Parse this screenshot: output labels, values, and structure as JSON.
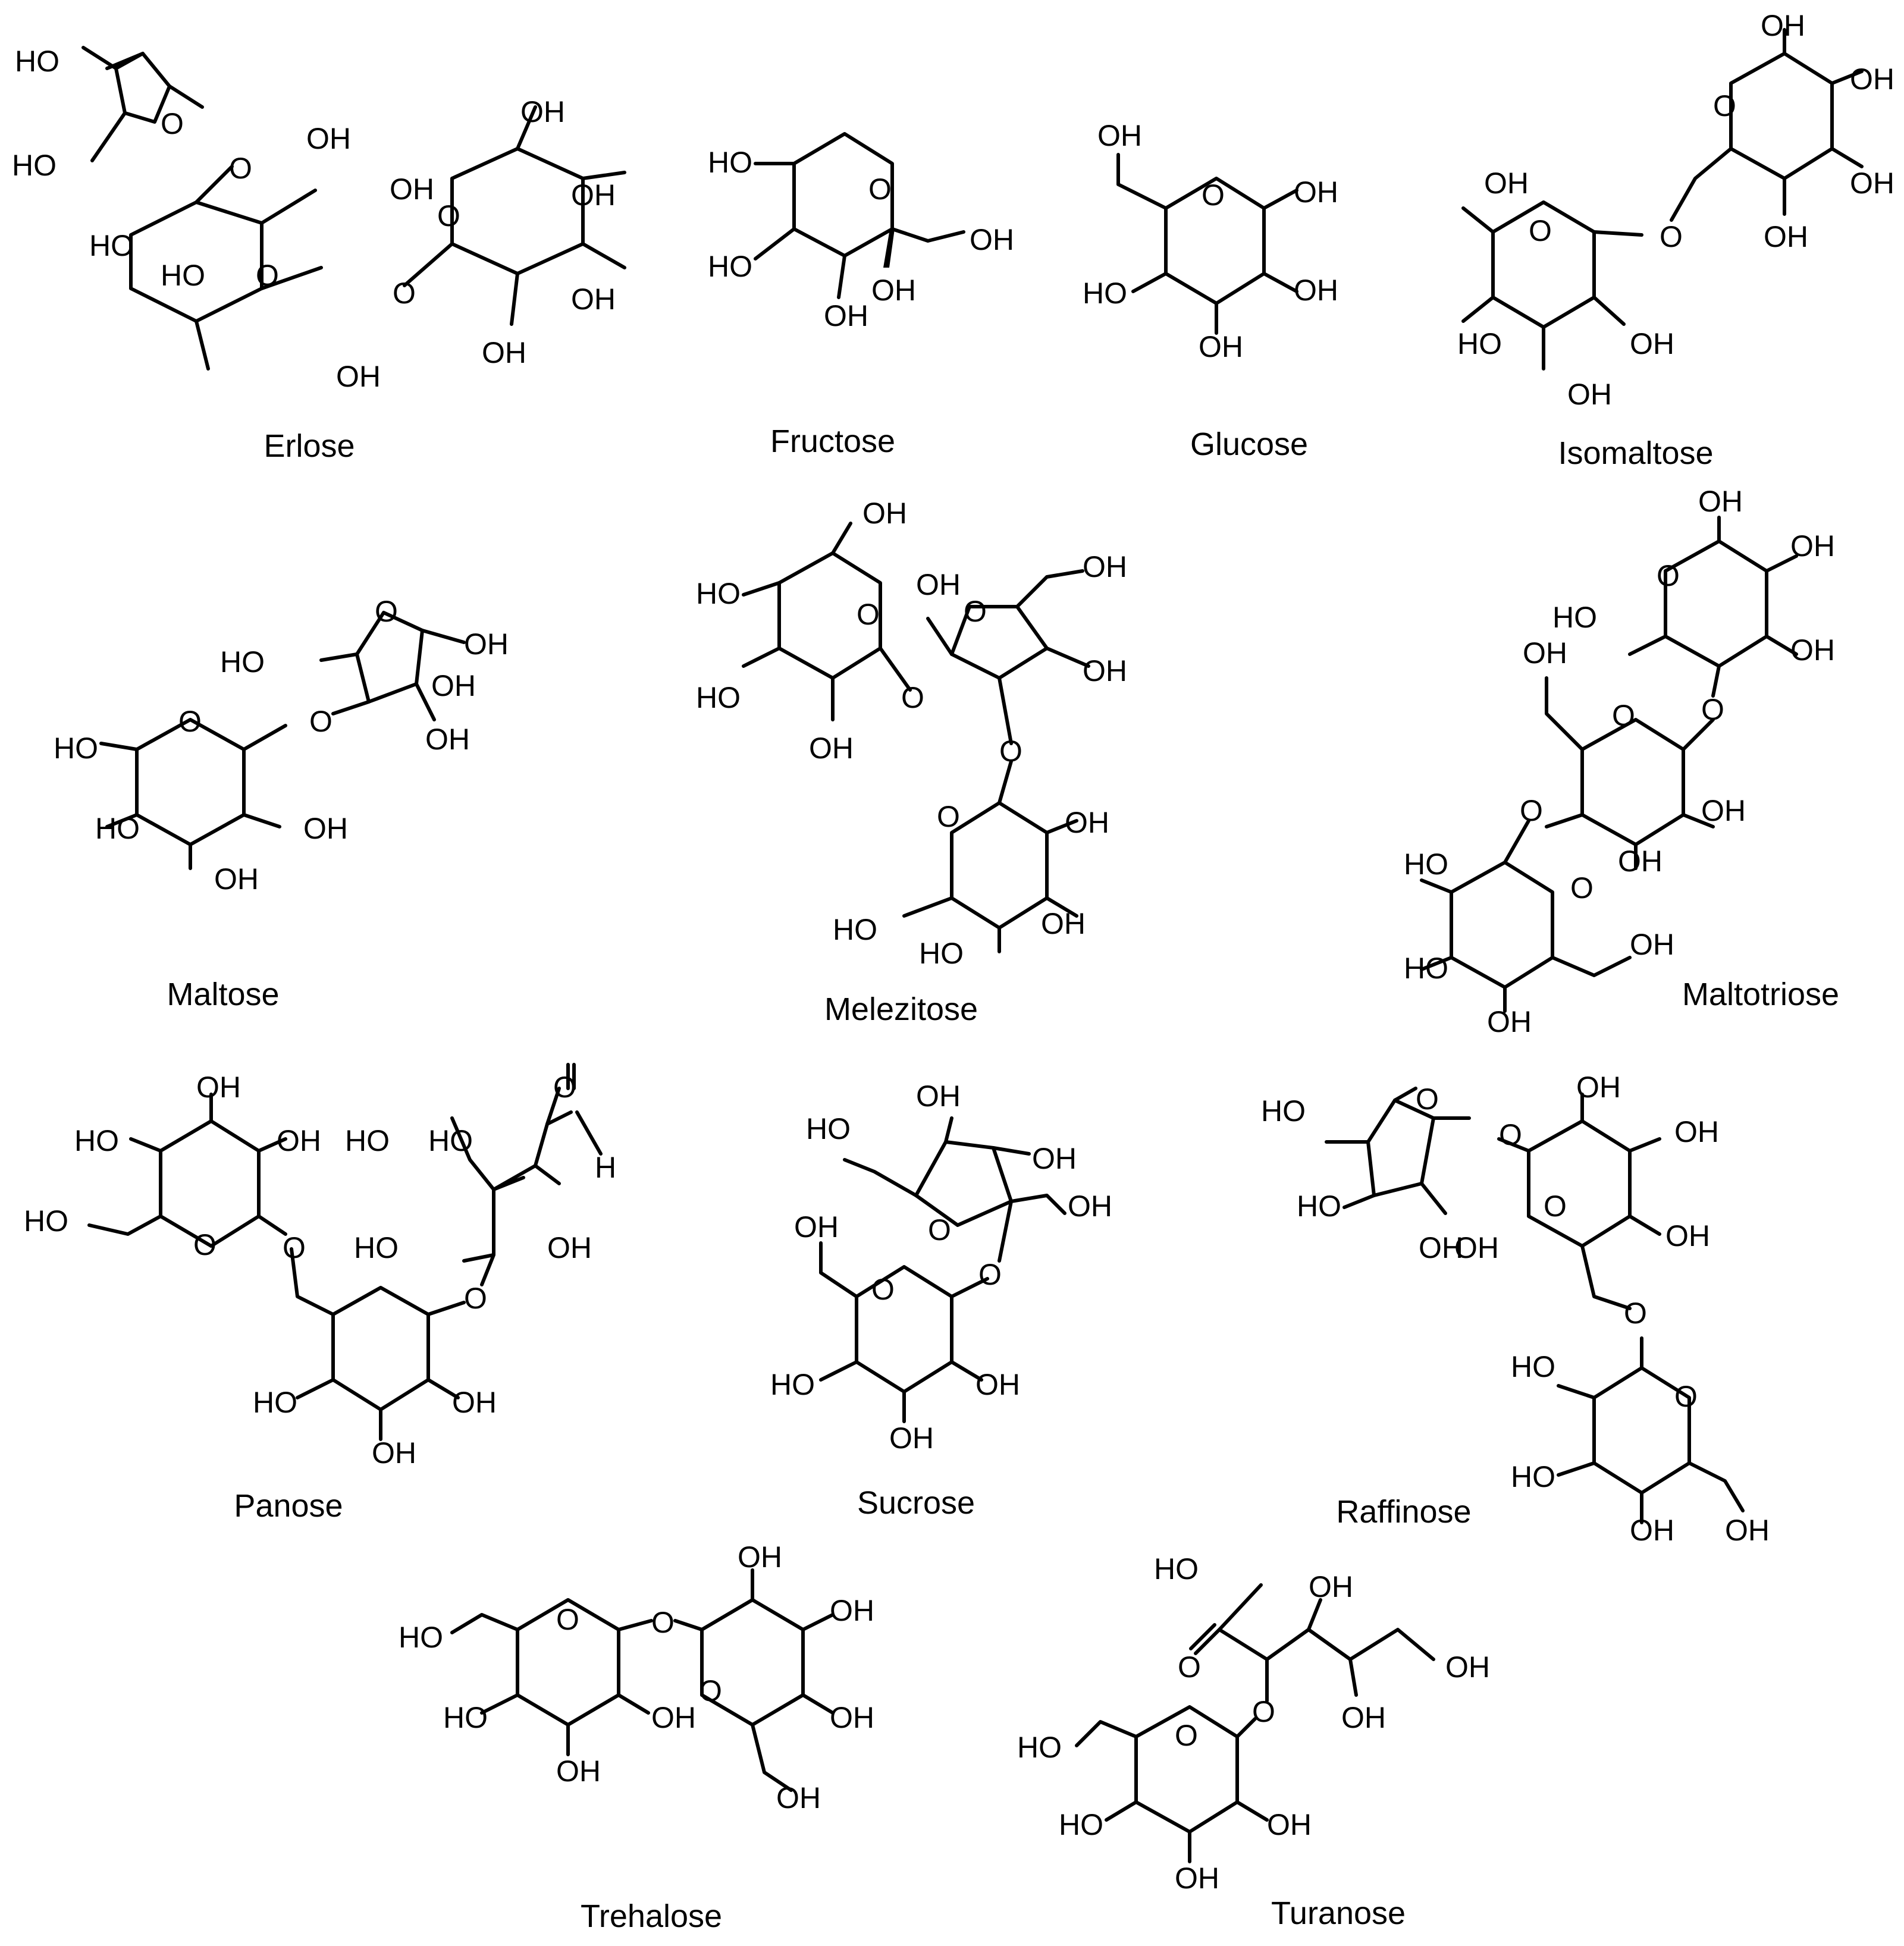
{
  "molecules": {
    "erlose": "Erlose",
    "fructose": "Fructose",
    "glucose": "Glucose",
    "isomaltose": "Isomaltose",
    "maltose": "Maltose",
    "melezitose": "Melezitose",
    "maltotriose": "Maltotriose",
    "panose": "Panose",
    "sucrose": "Sucrose",
    "raffinose": "Raffinose",
    "trehalose": "Trehalose",
    "turanose": "Turanose"
  },
  "atoms": {
    "hydroxyl": "OH",
    "hydroxyl_left": "HO",
    "oxygen": "O",
    "hydrogen": "H"
  }
}
